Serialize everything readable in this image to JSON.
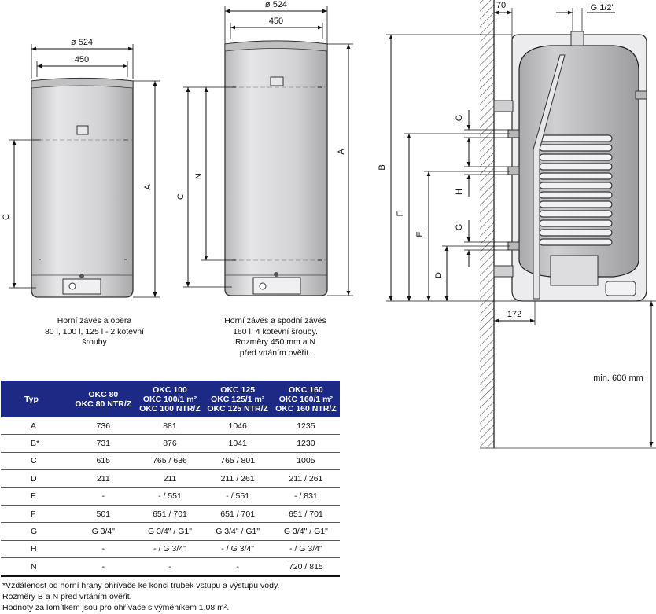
{
  "dimensions": {
    "left_width": "ø 524",
    "left_inner": "450",
    "left_a": "A",
    "left_c": "C",
    "mid_width": "ø 524",
    "mid_inner": "450",
    "mid_a": "A",
    "mid_c": "C",
    "mid_n": "N",
    "side_70": "70",
    "side_thread": "G 1/2\"",
    "side_b": "B",
    "side_f": "F",
    "side_e": "E",
    "side_d": "D",
    "side_g1": "G",
    "side_h": "H",
    "side_g2": "G",
    "side_172": "172",
    "side_min": "min. 600 mm"
  },
  "captions": {
    "left": [
      "Horní závěs a opěra",
      "80 l, 100 l, 125 l - 2 kotevní",
      "šrouby"
    ],
    "middle": [
      "Horní závěs a spodní závěs",
      "160 l, 4 kotevní šrouby.",
      "Rozměry 450 mm a N",
      "před vrtáním ověřit."
    ]
  },
  "table": {
    "header_first": "Typ",
    "headers": [
      [
        "OKC 80",
        "OKC 80 NTR/Z"
      ],
      [
        "OKC 100",
        "OKC 100/1 m²",
        "OKC 100 NTR/Z"
      ],
      [
        "OKC 125",
        "OKC 125/1 m²",
        "OKC 125 NTR/Z"
      ],
      [
        "OKC 160",
        "OKC 160/1 m²",
        "OKC 160 NTR/Z"
      ]
    ],
    "rows": [
      [
        "A",
        "736",
        "881",
        "1046",
        "1235"
      ],
      [
        "B*",
        "731",
        "876",
        "1041",
        "1230"
      ],
      [
        "C",
        "615",
        "765 / 636",
        "765 / 801",
        "1005"
      ],
      [
        "D",
        "211",
        "211",
        "211 / 261",
        "211 / 261"
      ],
      [
        "E",
        "-",
        "- / 551",
        "- / 551",
        "- / 831"
      ],
      [
        "F",
        "501",
        "651 / 701",
        "651 / 701",
        "651 / 701"
      ],
      [
        "G",
        "G 3/4\"",
        "G 3/4\" / G1\"",
        "G 3/4\" / G1\"",
        "G 3/4\" / G1\""
      ],
      [
        "H",
        "-",
        "- / G 3/4\"",
        "- / G 3/4\"",
        "- / G 3/4\""
      ],
      [
        "N",
        "-",
        "-",
        "-",
        "720 / 815"
      ]
    ]
  },
  "notes": [
    "*Vzdálenost od horní hrany ohřívače ke konci trubek vstupu a výstupu vody.",
    "Rozměry B a N před vrtáním ověřit.",
    "Hodnoty za lomítkem jsou pro ohřívače s výměníkem 1,08 m²."
  ],
  "colors": {
    "table_header": "#1c2a86",
    "line": "#111111",
    "heater_fill": "#d4d4d6",
    "tank_fill": "#c4c4c6",
    "wall_hatch": "#555555"
  }
}
